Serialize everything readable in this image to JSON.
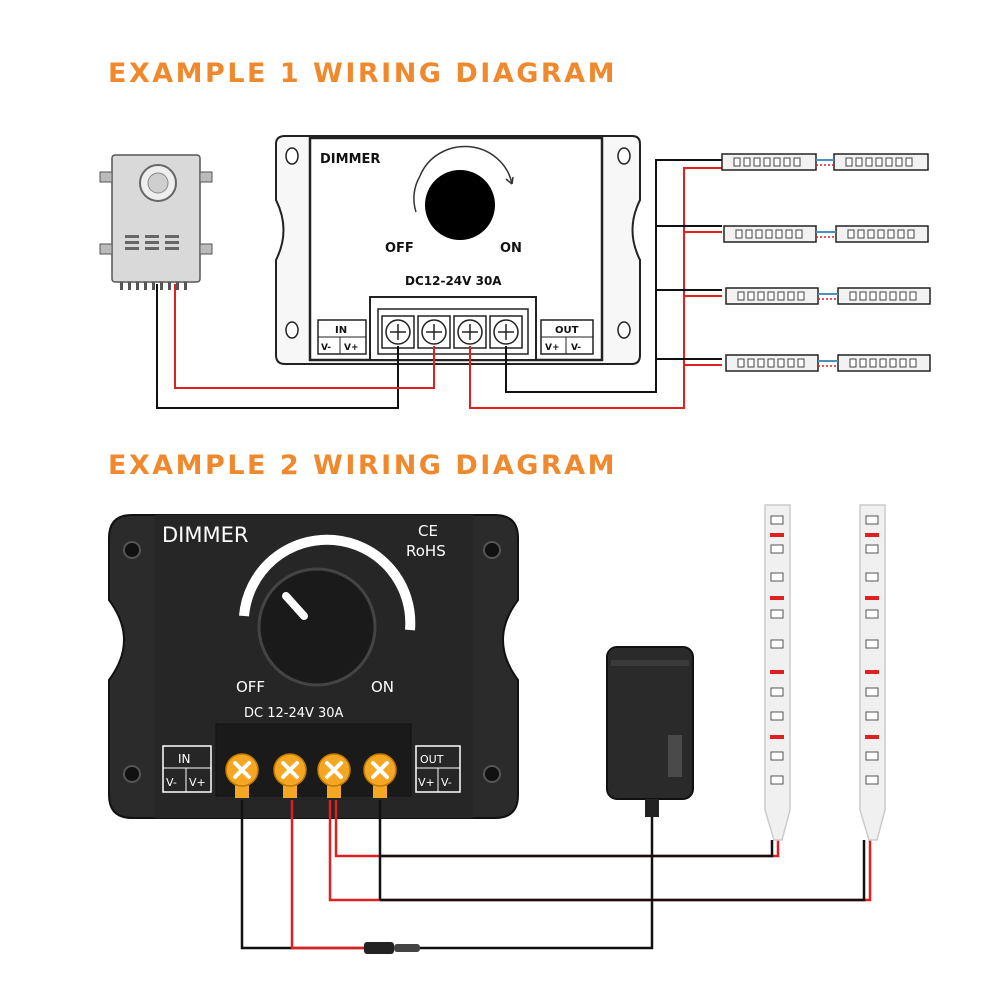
{
  "example1": {
    "heading": "EXAMPLE 1 WIRING DIAGRAM",
    "dimmer_label": "DIMMER",
    "off_label": "OFF",
    "on_label": "ON",
    "rating_label": "DC12-24V 30A",
    "in_label": "IN",
    "in_minus": "V-",
    "in_plus": "V+",
    "out_label": "OUT",
    "out_plus": "V+",
    "out_minus": "V-"
  },
  "example2": {
    "heading": "EXAMPLE 2 WIRING DIAGRAM",
    "dimmer_label": "DIMMER",
    "ce_mark": "CE",
    "rohs_label": "RoHS",
    "off_label": "OFF",
    "on_label": "ON",
    "rating_label": "DC 12-24V 30A",
    "in_label": "IN",
    "in_minus": "V-",
    "in_plus": "V+",
    "out_label": "OUT",
    "out_plus": "V+",
    "out_minus": "V-"
  },
  "colors": {
    "heading": "#f0892d",
    "wire_red": "#e02020",
    "wire_black": "#111111",
    "terminal_orange": "#f5a623",
    "dimmer_body": "#2a2a2a"
  },
  "icons": [
    "power-supply-icon",
    "led-strip-icon",
    "adapter-icon",
    "dial-arrow-icon",
    "terminal-screw-icon"
  ]
}
